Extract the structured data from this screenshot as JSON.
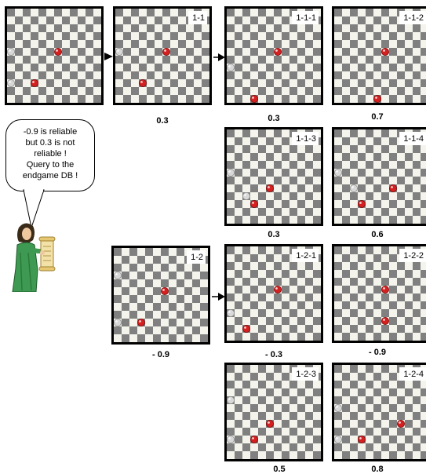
{
  "boards": [
    {
      "id": "root",
      "label": "",
      "score": "",
      "pieces": [
        [
          "w",
          0,
          5
        ],
        [
          "r",
          6,
          5
        ],
        [
          "w",
          0,
          9
        ],
        [
          "r",
          3,
          9
        ]
      ]
    },
    {
      "id": "b1-1",
      "label": "1-1",
      "score": "0.3",
      "pieces": [
        [
          "w",
          0,
          5
        ],
        [
          "r",
          6,
          5
        ],
        [
          "r",
          3,
          9
        ]
      ]
    },
    {
      "id": "b1-1-1",
      "label": "1-1-1",
      "score": "0.3",
      "pieces": [
        [
          "r",
          6,
          5
        ],
        [
          "w",
          0,
          7
        ],
        [
          "r",
          3,
          11
        ]
      ]
    },
    {
      "id": "b1-1-2",
      "label": "1-1-2",
      "score": "0.7",
      "pieces": [
        [
          "r",
          6,
          5
        ],
        [
          "r",
          5,
          11
        ]
      ]
    },
    {
      "id": "b1-1-3",
      "label": "1-1-3",
      "score": "0.3",
      "pieces": [
        [
          "w",
          0,
          5
        ],
        [
          "r",
          5,
          7
        ],
        [
          "w",
          2,
          8
        ],
        [
          "r",
          3,
          9
        ]
      ]
    },
    {
      "id": "b1-1-4",
      "label": "1-1-4",
      "score": "0.6",
      "pieces": [
        [
          "w",
          0,
          5
        ],
        [
          "r",
          7,
          7
        ],
        [
          "w",
          2,
          7
        ],
        [
          "r",
          3,
          9
        ]
      ]
    },
    {
      "id": "b1-2",
      "label": "1-2",
      "score": "- 0.9",
      "pieces": [
        [
          "w",
          0,
          3
        ],
        [
          "r",
          6,
          5
        ],
        [
          "w",
          0,
          9
        ],
        [
          "r",
          3,
          9
        ]
      ]
    },
    {
      "id": "b1-2-1",
      "label": "1-2-1",
      "score": "- 0.3",
      "pieces": [
        [
          "r",
          6,
          5
        ],
        [
          "w",
          0,
          8
        ],
        [
          "r",
          2,
          10
        ]
      ]
    },
    {
      "id": "b1-2-2",
      "label": "1-2-2",
      "score": "- 0.9",
      "pieces": [
        [
          "r",
          6,
          5
        ],
        [
          "r",
          6,
          9
        ]
      ]
    },
    {
      "id": "b1-2-3",
      "label": "1-2-3",
      "score": "0.5",
      "pieces": [
        [
          "w",
          0,
          4
        ],
        [
          "r",
          5,
          7
        ],
        [
          "w",
          0,
          9
        ],
        [
          "r",
          3,
          9
        ]
      ]
    },
    {
      "id": "b1-2-4",
      "label": "1-2-4",
      "score": "0.8",
      "pieces": [
        [
          "w",
          0,
          5
        ],
        [
          "r",
          8,
          7
        ],
        [
          "w",
          0,
          9
        ],
        [
          "r",
          3,
          9
        ]
      ]
    }
  ],
  "speech": {
    "lines": [
      "-0.9 is reliable",
      "but 0.3 is not",
      "reliable !",
      "Query to the",
      "endgame DB !"
    ]
  },
  "colors": {
    "dark_square": "#808080",
    "light_square": "#f4f4ec",
    "red_piece": "#d42020",
    "white_piece": "#d8d8d8"
  }
}
